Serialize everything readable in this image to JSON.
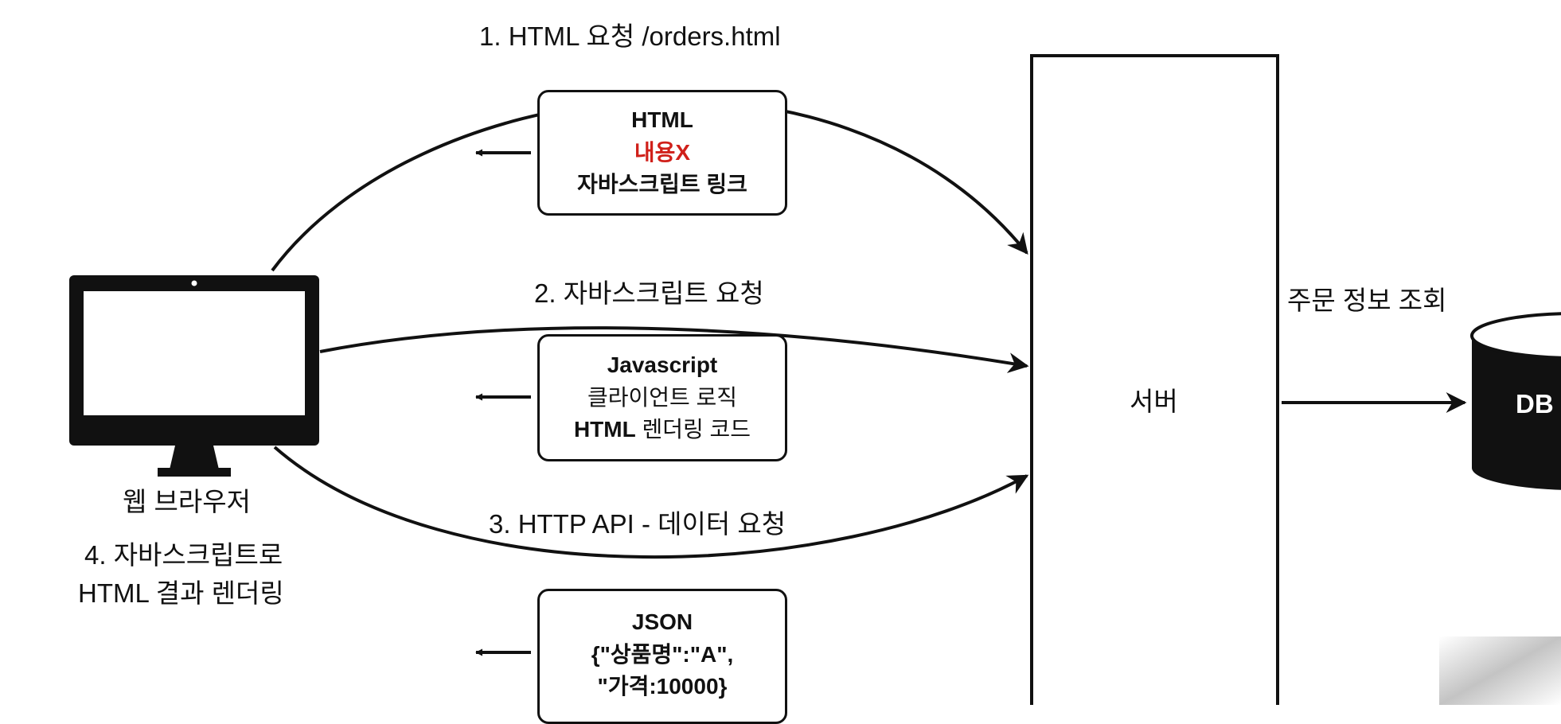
{
  "request1": {
    "label": "1. HTML 요청 /orders.html"
  },
  "response1": {
    "line1": "HTML",
    "line2": "내용X",
    "line3": "자바스크립트 링크"
  },
  "request2": {
    "label": "2. 자바스크립트 요청"
  },
  "response2": {
    "line1": "Javascript",
    "line2": "클라이언트 로직",
    "line3_bold": "HTML",
    "line3_rest": " 렌더링 코드"
  },
  "request3": {
    "label": "3. HTTP API -  데이터 요청"
  },
  "response3": {
    "line1": "JSON",
    "line2": "{\"상품명\":\"A\",",
    "line3": "\"가격:10000}"
  },
  "browser": {
    "label": "웹 브라우저",
    "step4_line1": "4. 자바스크립트로",
    "step4_line2": "HTML 결과 렌더링"
  },
  "server": {
    "label": "서버"
  },
  "db_query": {
    "label": "주문 정보 조회"
  },
  "db": {
    "label": "DB"
  },
  "colors": {
    "ink": "#111111",
    "emphasis": "#d0201a"
  }
}
